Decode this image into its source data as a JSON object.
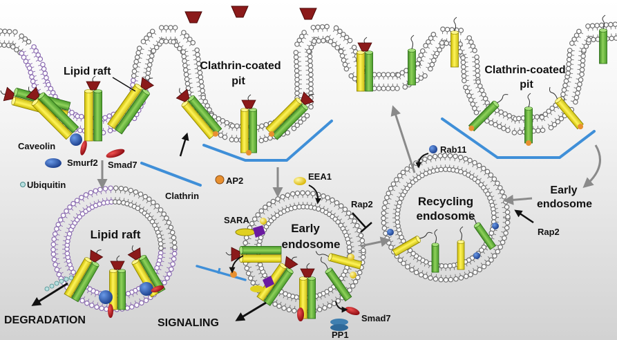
{
  "labels": {
    "lipid_raft_top": "Lipid raft",
    "clathrin_pit_left": [
      "Clathrin-coated",
      "pit"
    ],
    "clathrin_pit_right": [
      "Clathrin-coated",
      "pit"
    ],
    "caveolin": "Caveolin",
    "smurf2": "Smurf2",
    "smad7_left": "Smad7",
    "ubiquitin": "Ubiquitin",
    "clathrin": "Clathrin",
    "ap2": "AP2",
    "eea1": "EEA1",
    "rab11": "Rab11",
    "rap2_middle": "Rap2",
    "rap2_right": "Rap2",
    "sara": "SARA",
    "lipid_raft_vesicle": "Lipid raft",
    "early_endosome_center": [
      "Early",
      "endosome"
    ],
    "recycling_endosome": [
      "Recycling",
      "endosome"
    ],
    "early_endosome_right": [
      "Early",
      "endosome"
    ],
    "degradation": "DEGRADATION",
    "signaling": "SIGNALING",
    "smad7_bottom": "Smad7",
    "pp1": "PP1"
  },
  "colors": {
    "background_top": "#ffffff",
    "background_bottom": "#d6d6d6",
    "membrane_head": "#707070",
    "raft_head": "#8a6ab0",
    "receptor_yellow": "#f2e632",
    "receptor_green": "#6cb33f",
    "ligand": "#8b1a1a",
    "clathrin": "#3f8fd8",
    "smurf2": "#1f3f8f",
    "smad7": "#c0141e",
    "arrow": "#8a8a8a",
    "text": "#111111"
  }
}
